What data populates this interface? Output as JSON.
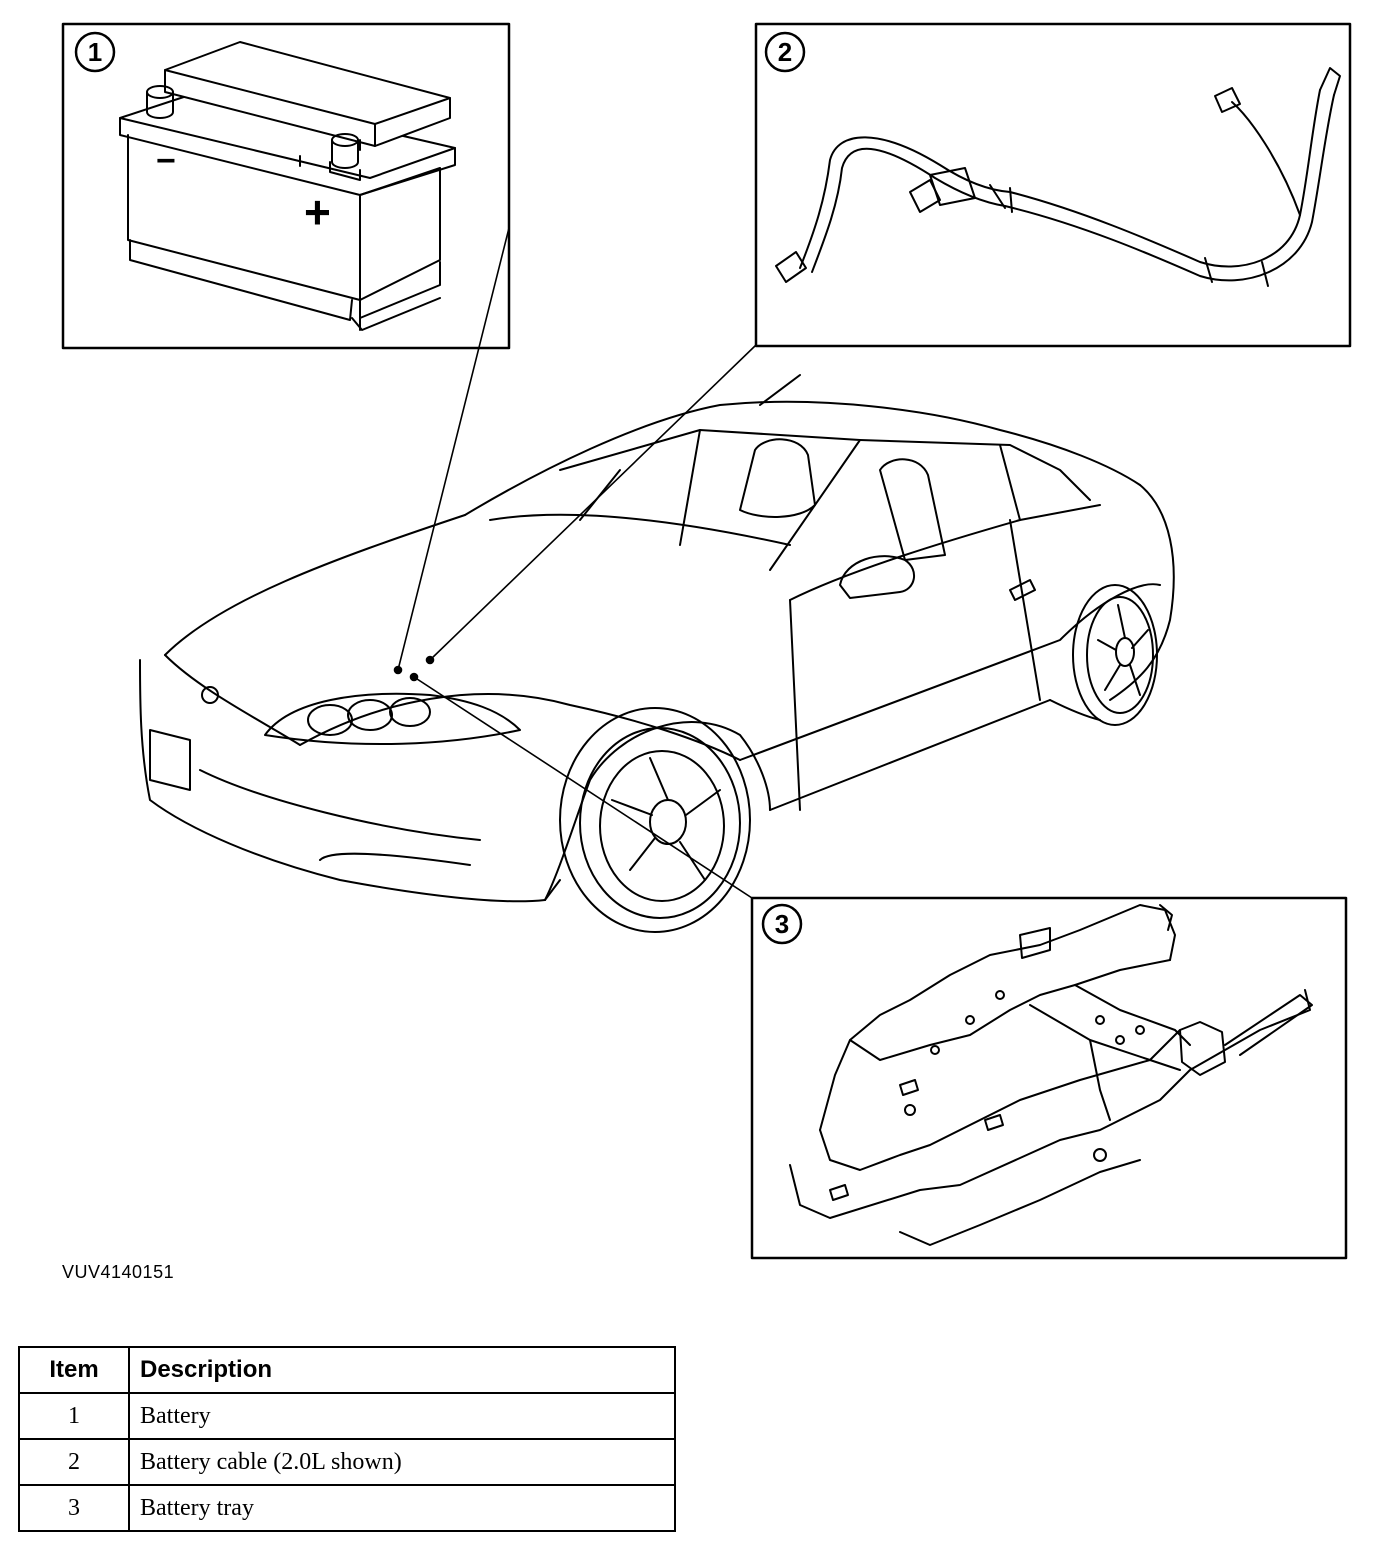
{
  "figure": {
    "reference_code": "VUV4140151",
    "callouts": [
      "1",
      "2",
      "3"
    ],
    "battery_terminals": {
      "negative": "−",
      "positive": "+"
    }
  },
  "legend": {
    "headers": {
      "item": "Item",
      "description": "Description"
    },
    "rows": [
      {
        "item": "1",
        "description": "Battery"
      },
      {
        "item": "2",
        "description": "Battery cable (2.0L shown)"
      },
      {
        "item": "3",
        "description": "Battery tray"
      }
    ]
  }
}
